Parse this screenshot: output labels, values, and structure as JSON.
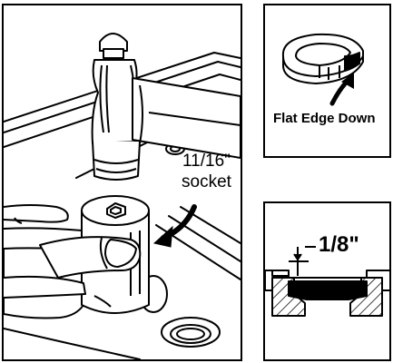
{
  "main_panel": {
    "socket_size": "11/16\"",
    "socket_word": "socket",
    "icons": [
      "hammer-icon",
      "socket-icon",
      "hand-icon",
      "curved-arrow-icon"
    ]
  },
  "seal_panel": {
    "caption": "Flat Edge Down",
    "icons": [
      "seal-ring-icon",
      "curved-arrow-icon"
    ]
  },
  "cross_section_panel": {
    "dimension": "1/8\"",
    "icons": [
      "dimension-arrow-icon",
      "cross-section-icon"
    ]
  },
  "colors": {
    "ink": "#000000",
    "paper": "#ffffff"
  }
}
